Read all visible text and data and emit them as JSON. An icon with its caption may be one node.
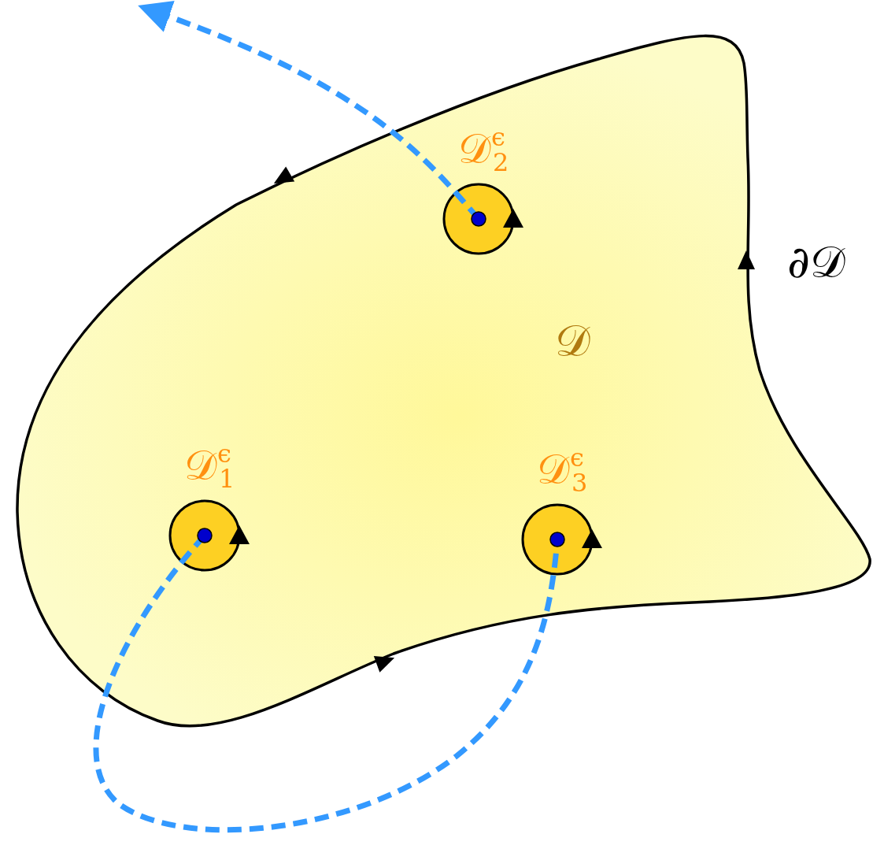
{
  "diagram": {
    "nodes": [
      {
        "text": [
          "𝒟"
        ],
        "beside": [
          "∂𝒟"
        ]
      },
      {
        "text": [
          "𝒟$^{ϵ}$$_{2}$"
        ],
        "in": 0
      },
      {
        "text": [
          "𝒟$^{ϵ}$$_{1}$"
        ],
        "in": 0
      },
      {
        "text": [
          "𝒟$^{ϵ}$$_{3}$"
        ],
        "in": 0
      }
    ],
    "edges": [
      {
        "from": 1,
        "to": null,
        "arrow": "to",
        "style": "dashed",
        "color": "#3399ff"
      },
      {
        "from": 2,
        "to": 3,
        "arrow": "none",
        "style": "dashed",
        "color": "#3399ff"
      }
    ]
  }
}
